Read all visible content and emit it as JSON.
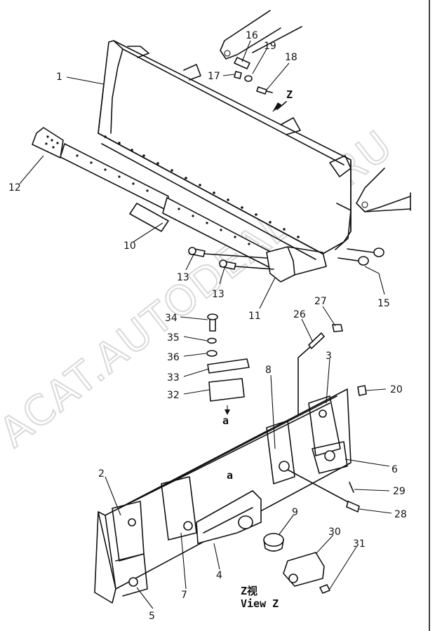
{
  "watermark": "ACAT.AUTODEALER.RU",
  "view_letter": "Z",
  "section_marks": {
    "upper": "a",
    "lower": "a"
  },
  "caption": {
    "cn": "Z视",
    "en": "View Z"
  },
  "labels": [
    {
      "id": "1",
      "text": "1"
    },
    {
      "id": "16",
      "text": "16"
    },
    {
      "id": "19",
      "text": "19"
    },
    {
      "id": "18",
      "text": "18"
    },
    {
      "id": "17",
      "text": "17"
    },
    {
      "id": "12",
      "text": "12"
    },
    {
      "id": "10",
      "text": "10"
    },
    {
      "id": "13a",
      "text": "13"
    },
    {
      "id": "13b",
      "text": "13"
    },
    {
      "id": "11",
      "text": "11"
    },
    {
      "id": "15",
      "text": "15"
    },
    {
      "id": "34",
      "text": "34"
    },
    {
      "id": "35",
      "text": "35"
    },
    {
      "id": "36",
      "text": "36"
    },
    {
      "id": "33",
      "text": "33"
    },
    {
      "id": "32",
      "text": "32"
    },
    {
      "id": "26",
      "text": "26"
    },
    {
      "id": "27",
      "text": "27"
    },
    {
      "id": "8",
      "text": "8"
    },
    {
      "id": "3",
      "text": "3"
    },
    {
      "id": "20",
      "text": "20"
    },
    {
      "id": "6",
      "text": "6"
    },
    {
      "id": "2",
      "text": "2"
    },
    {
      "id": "29",
      "text": "29"
    },
    {
      "id": "28",
      "text": "28"
    },
    {
      "id": "9",
      "text": "9"
    },
    {
      "id": "30",
      "text": "30"
    },
    {
      "id": "31",
      "text": "31"
    },
    {
      "id": "4",
      "text": "4"
    },
    {
      "id": "7",
      "text": "7"
    },
    {
      "id": "5",
      "text": "5"
    }
  ]
}
